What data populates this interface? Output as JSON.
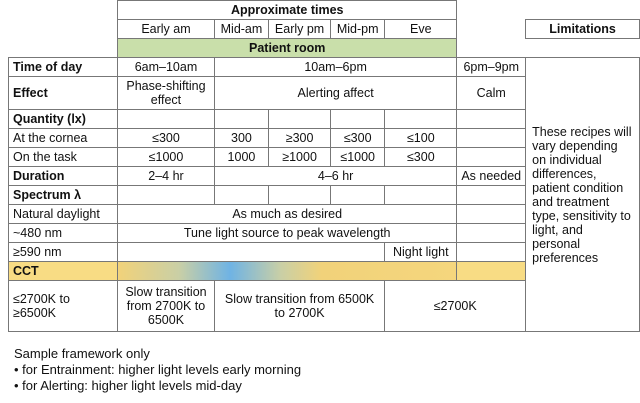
{
  "header": {
    "approx_times": "Approximate times",
    "limitations": "Limitations",
    "columns": [
      "Early am",
      "Mid-am",
      "Early pm",
      "Mid-pm",
      "Eve"
    ],
    "patient_room": "Patient room"
  },
  "rows": {
    "time_of_day": {
      "label": "Time of day",
      "early_am": "6am–10am",
      "mid": "10am–6pm",
      "eve": "6pm–9pm"
    },
    "effect": {
      "label": "Effect",
      "early_am": "Phase-shifting effect",
      "mid": "Alerting affect",
      "eve": "Calm"
    },
    "quantity": {
      "label": "Quantity (lx)"
    },
    "cornea": {
      "label": "At the cornea",
      "values": [
        "≤300",
        "300",
        "≥300",
        "≤300",
        "≤100"
      ]
    },
    "task": {
      "label": "On the task",
      "values": [
        "≤1000",
        "1000",
        "≥1000",
        "≤1000",
        "≤300"
      ]
    },
    "duration": {
      "label": "Duration",
      "early_am": "2–4 hr",
      "mid": "4–6 hr",
      "eve": "As needed"
    },
    "spectrum": {
      "label": "Spectrum λ"
    },
    "daylight": {
      "label": "Natural daylight",
      "value": "As much as desired"
    },
    "nm480": {
      "label": "~480 nm",
      "value": "Tune light source to peak wavelength"
    },
    "nm590": {
      "label": "≥590 nm",
      "eve": "Night light"
    },
    "cct": {
      "label": "CCT"
    },
    "cct_range": {
      "label": "≤2700K to ≥6500K",
      "early_am": "Slow transition from 2700K to 6500K",
      "mid": "Slow transition from 6500K to 2700K",
      "eve": "≤2700K"
    }
  },
  "limitations_text": "These recipes will vary depending on individual differences, patient condition and treatment type, sensitivity to light, and personal preferences",
  "notes": [
    "Sample framework only",
    "• for Entrainment: higher light levels early morning",
    "• for Alerting: higher light levels mid-day"
  ],
  "colors": {
    "patient_room_bg": "#c9dfaa",
    "cct_gradient_warm": "#f1d27a",
    "cct_gradient_cool": "#6fb3e4"
  }
}
